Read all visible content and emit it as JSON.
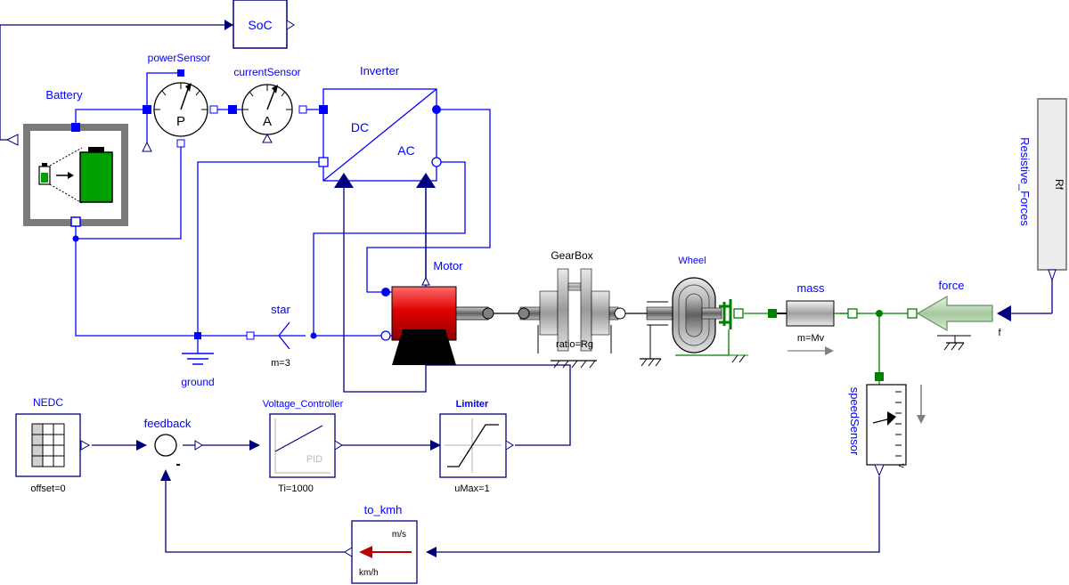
{
  "diagram": {
    "labels": {
      "soc": "SoC",
      "battery": "Battery",
      "power_sensor": "powerSensor",
      "current_sensor": "currentSensor",
      "inverter": "Inverter",
      "dc": "DC",
      "ac": "AC",
      "motor": "Motor",
      "gearbox": "GearBox",
      "gear_ratio": "ratio=Rg",
      "wheel": "Wheel",
      "mass": "mass",
      "mass_param": "m=Mv",
      "force": "force",
      "force_port": "f",
      "resistive_forces": "Resistive_Forces",
      "resistive_inner": "Rf",
      "star": "star",
      "star_param": "m=3",
      "ground": "ground",
      "nedc": "NEDC",
      "nedc_param": "offset=0",
      "feedback": "feedback",
      "feedback_minus": "-",
      "voltage_controller": "Voltage_Controller",
      "pid": "PID",
      "ti_param": "Ti=1000",
      "limiter": "Limiter",
      "umax_param": "uMax=1",
      "speed_sensor": "speedSensor",
      "speed_port": "v",
      "to_kmh": "to_kmh",
      "ms": "m/s",
      "kmh": "km/h",
      "power_letter": "P",
      "current_letter": "A"
    },
    "colors": {
      "signal": "#00007f",
      "electric": "#0000ff",
      "mechanical": "#000000",
      "translational": "#007f00",
      "motor_red": "#ff0000",
      "battery_green": "#00a000",
      "label_blue": "#0000ff"
    }
  }
}
